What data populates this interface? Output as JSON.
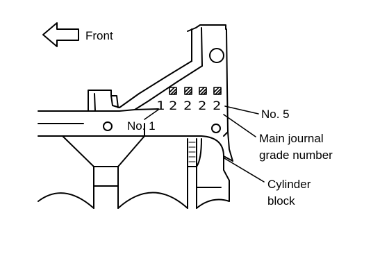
{
  "labels": {
    "front": "Front",
    "no1": "No. 1",
    "no5": "No. 5",
    "main_journal_line1": "Main journal",
    "main_journal_line2": "grade number",
    "cylinder_line1": "Cylinder",
    "cylinder_line2": "block"
  },
  "grade_numbers": [
    "1",
    "2",
    "2",
    "2",
    "2"
  ],
  "colors": {
    "ink": "#000000",
    "paper": "#ffffff"
  },
  "icons": {
    "direction_arrow": "left-arrow-icon"
  }
}
